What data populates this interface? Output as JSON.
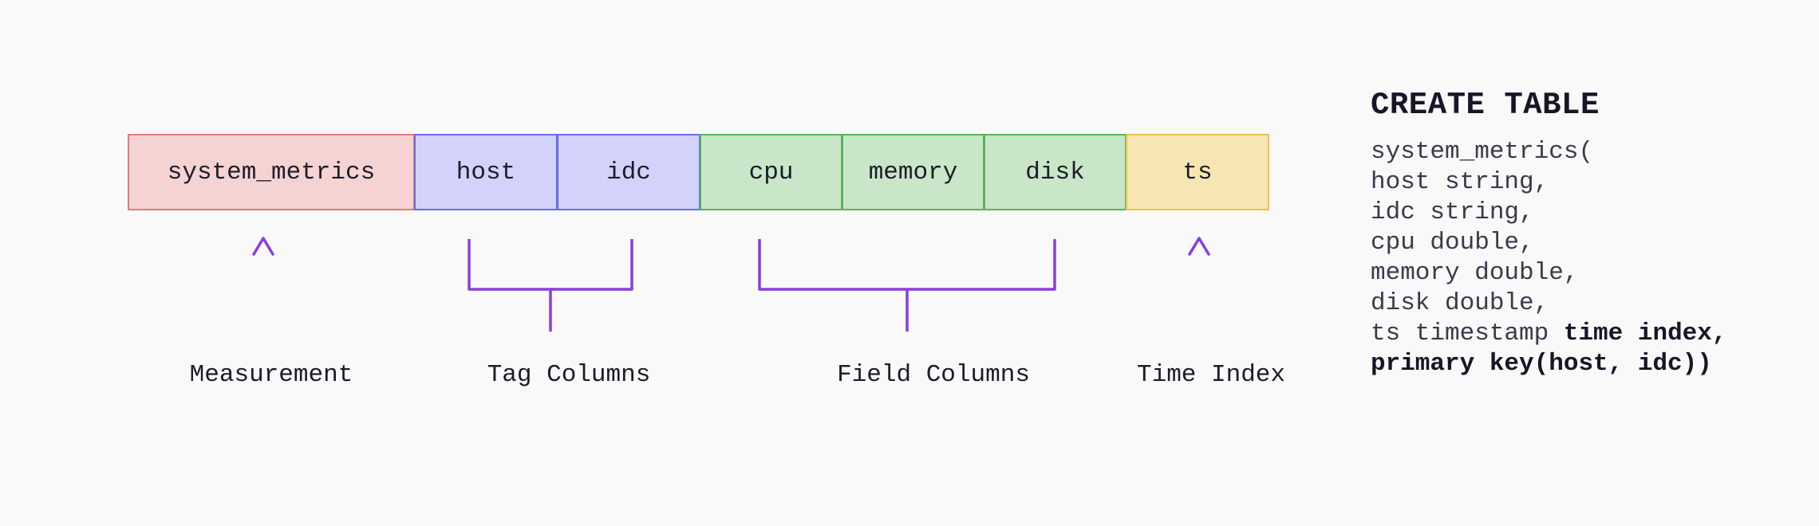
{
  "schema": {
    "measurement": "system_metrics",
    "tags": [
      "host",
      "idc"
    ],
    "fields": [
      "cpu",
      "memory",
      "disk"
    ],
    "time": "ts"
  },
  "labels": {
    "measurement": "Measurement",
    "tags": "Tag Columns",
    "fields": "Field Columns",
    "time": "Time Index"
  },
  "sql": {
    "title": "CREATE TABLE",
    "lines": [
      "system_metrics(",
      "host string,",
      "idc string,",
      "cpu double,",
      "memory double,",
      "disk double,"
    ],
    "ts_prefix": "ts timestamp ",
    "ts_bold": "time index,",
    "last_line": "primary key(host, idc))"
  },
  "colors": {
    "measurement_fill": "#f5d3d3",
    "measurement_border": "#e27a78",
    "tag_fill": "#d2d2fb",
    "tag_border": "#6b6bea",
    "field_fill": "#c9e6c8",
    "field_border": "#5ab35a",
    "time_fill": "#f5e6b4",
    "time_border": "#ecc24c",
    "connector": "#8a3ddf"
  },
  "icons": {
    "measurement_connector": "up-arrow-icon",
    "tag_connector": "bracket-icon",
    "field_connector": "bracket-icon",
    "time_connector": "up-arrow-icon"
  }
}
